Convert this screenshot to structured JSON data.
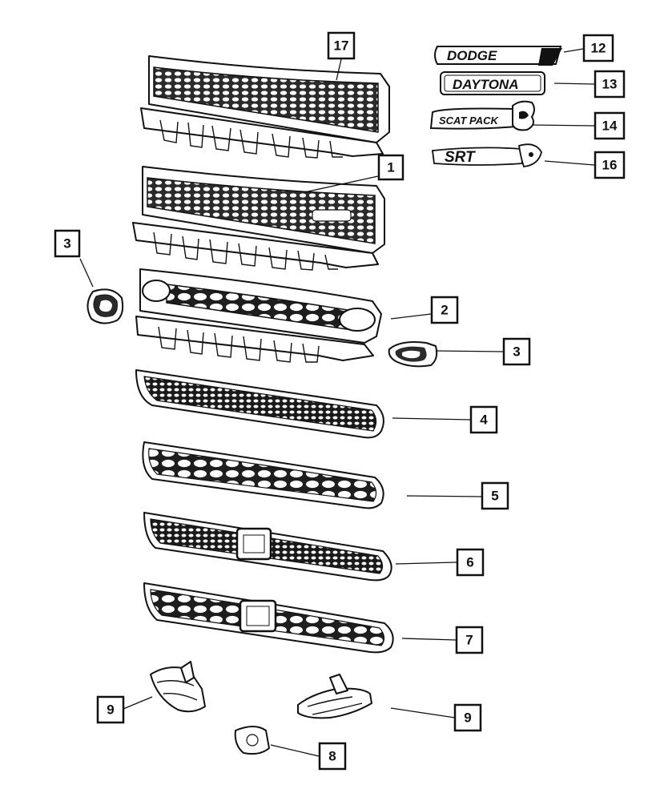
{
  "callouts": [
    {
      "id": "17",
      "label": "17"
    },
    {
      "id": "12",
      "label": "12"
    },
    {
      "id": "13",
      "label": "13"
    },
    {
      "id": "14",
      "label": "14"
    },
    {
      "id": "16",
      "label": "16"
    },
    {
      "id": "1",
      "label": "1"
    },
    {
      "id": "3L",
      "label": "3"
    },
    {
      "id": "2",
      "label": "2"
    },
    {
      "id": "3R",
      "label": "3"
    },
    {
      "id": "4",
      "label": "4"
    },
    {
      "id": "5",
      "label": "5"
    },
    {
      "id": "6",
      "label": "6"
    },
    {
      "id": "7",
      "label": "7"
    },
    {
      "id": "9L",
      "label": "9"
    },
    {
      "id": "9R",
      "label": "9"
    },
    {
      "id": "8",
      "label": "8"
    }
  ],
  "emblems": {
    "dodge": "DODGE",
    "daytona": "DAYTONA",
    "scatpack": "SCAT PACK",
    "srt": "SRT"
  }
}
